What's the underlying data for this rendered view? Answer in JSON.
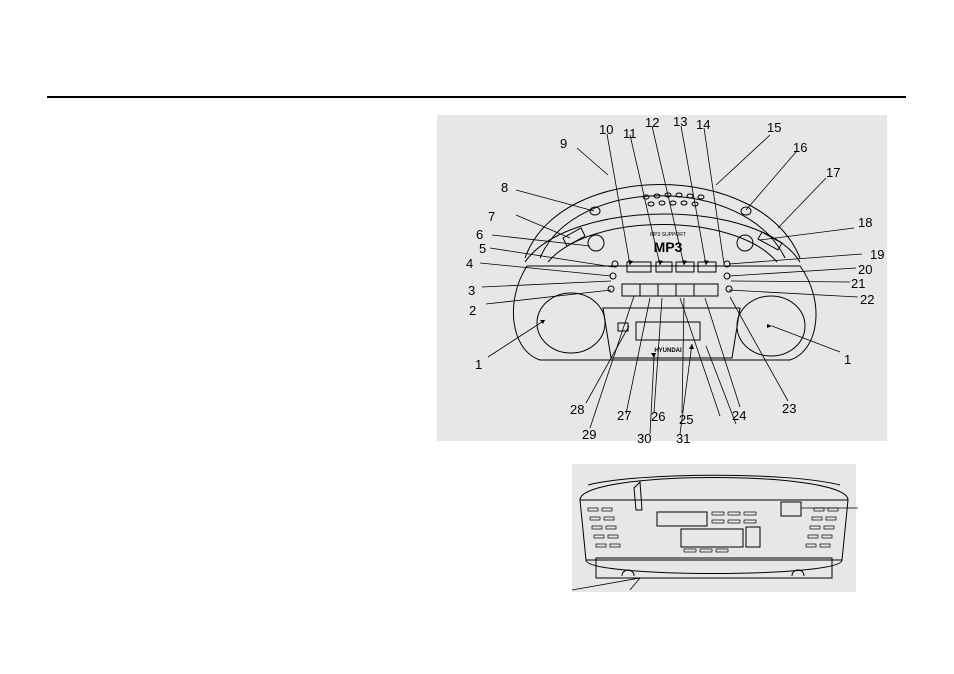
{
  "device": {
    "brand": "HYUNDAI",
    "display_caption": "MP3 SUPPORT",
    "display_main": "MP3"
  },
  "callouts": [
    {
      "id": "c1a",
      "text": "1"
    },
    {
      "id": "c1b",
      "text": "1"
    },
    {
      "id": "c2",
      "text": "2"
    },
    {
      "id": "c3",
      "text": "3"
    },
    {
      "id": "c4",
      "text": "4"
    },
    {
      "id": "c5",
      "text": "5"
    },
    {
      "id": "c6",
      "text": "6"
    },
    {
      "id": "c7",
      "text": "7"
    },
    {
      "id": "c8",
      "text": "8"
    },
    {
      "id": "c9",
      "text": "9"
    },
    {
      "id": "c10",
      "text": "10"
    },
    {
      "id": "c11",
      "text": "11"
    },
    {
      "id": "c12",
      "text": "12"
    },
    {
      "id": "c13",
      "text": "13"
    },
    {
      "id": "c14",
      "text": "14"
    },
    {
      "id": "c15",
      "text": "15"
    },
    {
      "id": "c16",
      "text": "16"
    },
    {
      "id": "c17",
      "text": "17"
    },
    {
      "id": "c18",
      "text": "18"
    },
    {
      "id": "c19",
      "text": "19"
    },
    {
      "id": "c20",
      "text": "20"
    },
    {
      "id": "c21",
      "text": "21"
    },
    {
      "id": "c22",
      "text": "22"
    },
    {
      "id": "c23",
      "text": "23"
    },
    {
      "id": "c24",
      "text": "24"
    },
    {
      "id": "c25",
      "text": "25"
    },
    {
      "id": "c26",
      "text": "26"
    },
    {
      "id": "c27",
      "text": "27"
    },
    {
      "id": "c28",
      "text": "28"
    },
    {
      "id": "c29",
      "text": "29"
    },
    {
      "id": "c30",
      "text": "30"
    },
    {
      "id": "c31",
      "text": "31"
    }
  ]
}
